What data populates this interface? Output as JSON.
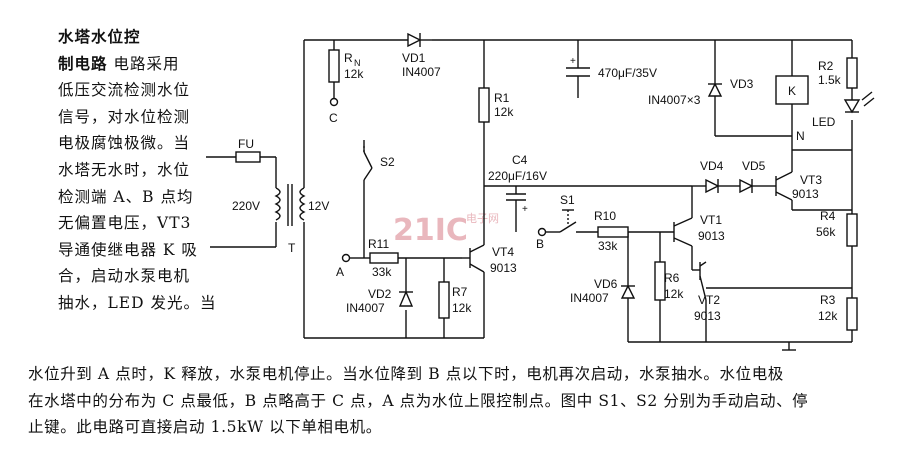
{
  "description": {
    "title": "水塔水位控制电路",
    "left_lines": [
      "水塔水位控",
      "制电路 电路采用",
      "低压交流检测水位",
      "信号，对水位检测",
      "电极腐蚀极微。当",
      "水塔无水时，水位",
      "检测端 A、B 点均",
      "无偏置电压，VT3",
      "导通使继电器 K 吸",
      "合，启动水泵电机",
      "抽水，LED 发光。当"
    ],
    "bottom_lines": [
      "水位升到 A 点时，K 释放，水泵电机停止。当水位降到 B 点以下时，电机再次启动，水泵抽水。水位电极",
      "在水塔中的分布为 C 点最低，B 点略高于 C 点，A 点为水位上限控制点。图中 S1、S2 分别为手动启动、停",
      "止键。此电路可直接启动 1.5kW 以下单相电机。"
    ]
  },
  "watermark": {
    "brand": "21IC",
    "sub": "电子网"
  },
  "components": {
    "FU": "FU",
    "T": "T",
    "v220": "220V",
    "v12": "12V",
    "RN": "R",
    "RN_sub": "N",
    "RN_val": "12k",
    "VD1": "VD1",
    "VD1_val": "IN4007",
    "C_point": "C",
    "S2": "S2",
    "R1": "R1",
    "R1_val": "12k",
    "C_cap": "470μF/35V",
    "VD3": "VD3",
    "VD3_val": "IN4007×3",
    "K": "K",
    "N": "N",
    "R2": "R2",
    "R2_val": "1.5k",
    "LED": "LED",
    "C4": "C4",
    "C4_val": "220μF/16V",
    "VD4": "VD4",
    "VD5": "VD5",
    "VT3": "VT3",
    "VT3_val": "9013",
    "S1": "S1",
    "R10": "R10",
    "R10_val": "33k",
    "B_point": "B",
    "VT1": "VT1",
    "VT1_val": "9013",
    "R4": "R4",
    "R4_val": "56k",
    "R11": "R11",
    "R11_val": "33k",
    "A_point": "A",
    "VT4": "VT4",
    "VT4_val": "9013",
    "VD2": "VD2",
    "VD2_val": "IN4007",
    "R7": "R7",
    "R7_val": "12k",
    "VD6": "VD6",
    "VD6_val": "IN4007",
    "R6": "R6",
    "R6_val": "12k",
    "VT2": "VT2",
    "VT2_val": "9013",
    "R3": "R3",
    "R3_val": "12k"
  }
}
